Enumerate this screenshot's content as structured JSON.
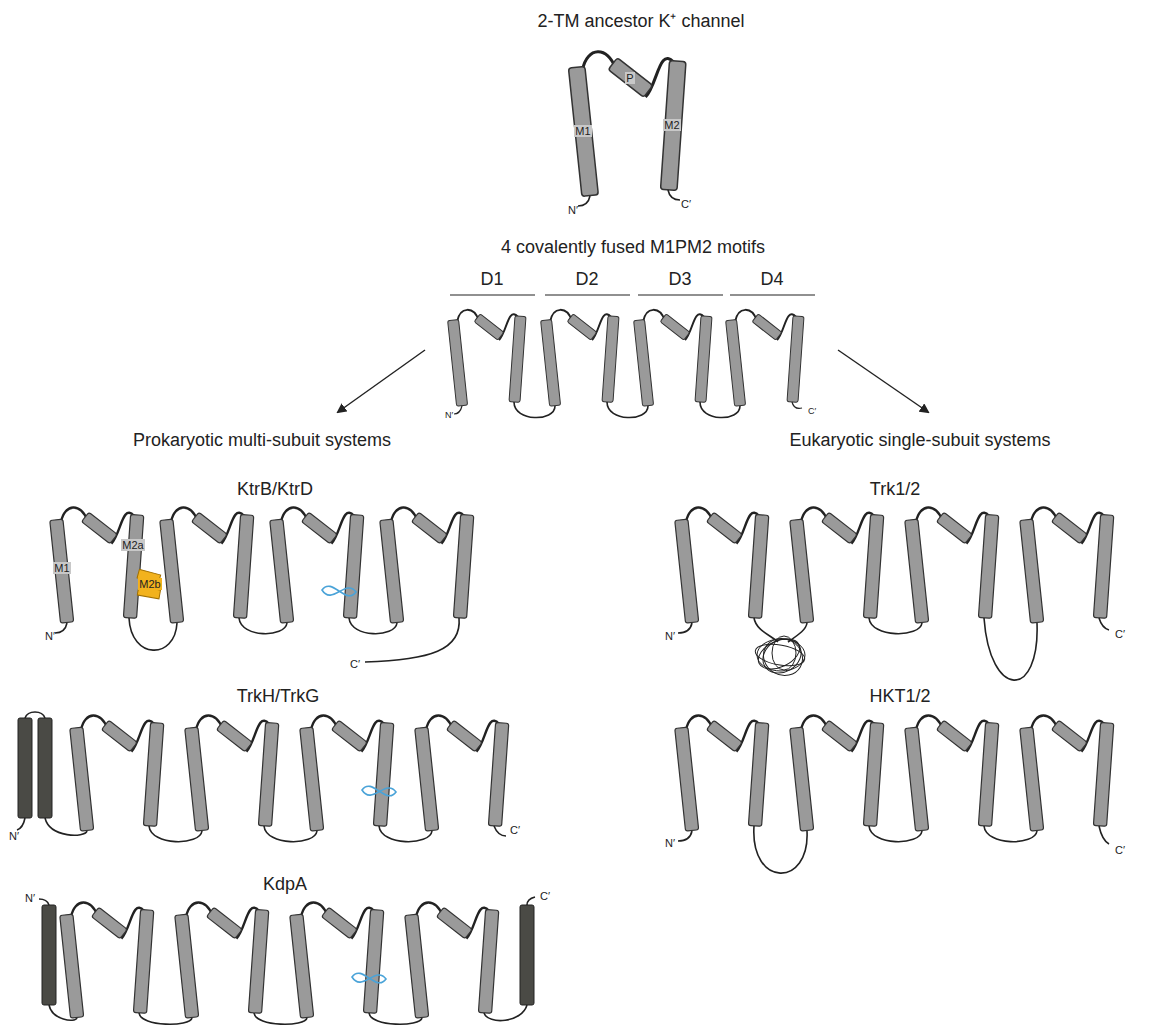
{
  "diagram": {
    "labels": [
      "2-TM ancestor K⁺ channel",
      "P",
      "M1",
      "M2",
      "N′",
      "C′",
      "4 covalently fused M1PM2 motifs",
      "D1",
      "D2",
      "D3",
      "D4",
      "N′",
      "C′",
      "Prokaryotic multi-subuit systems",
      "Eukaryotic single-subuit systems",
      "KtrB/KtrD",
      "M1",
      "M2a",
      "M2b",
      "N′",
      "C′",
      "Trk1/2",
      "N′",
      "C′",
      "TrkH/TrkG",
      "N′",
      "C′",
      "HKT1/2",
      "N′",
      "C′",
      "KdpA",
      "N′",
      "C′"
    ]
  }
}
